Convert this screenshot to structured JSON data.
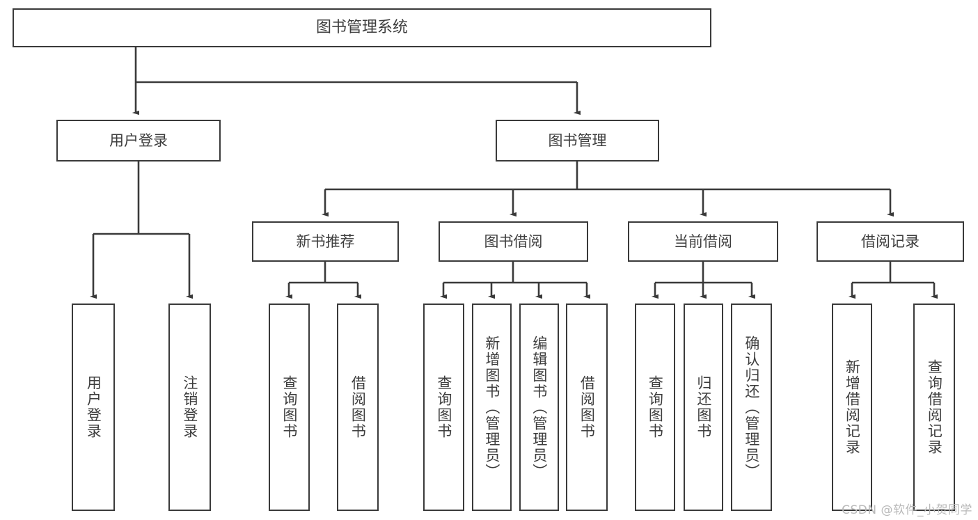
{
  "diagram": {
    "type": "tree",
    "title_text": "图书管理系统",
    "watermark": "CSDN @软件_小贺同学",
    "colors": {
      "box_border": "#3a3a3a",
      "box_fill": "#ffffff",
      "text": "#3d3d3d",
      "connector": "#3a3a3a",
      "watermark": "#b9b9b9"
    },
    "root": {
      "label": "图书管理系统"
    },
    "level2": [
      {
        "label": "用户登录"
      },
      {
        "label": "图书管理"
      }
    ],
    "level3": [
      {
        "label": "新书推荐"
      },
      {
        "label": "图书借阅"
      },
      {
        "label": "当前借阅"
      },
      {
        "label": "借阅记录"
      }
    ],
    "leaves": {
      "user_login": [
        {
          "label": "用户登录"
        },
        {
          "label": "注销登录"
        }
      ],
      "new_book_recommend": [
        {
          "label": "查询图书"
        },
        {
          "label": "借阅图书"
        }
      ],
      "book_borrow": [
        {
          "label": "查询图书"
        },
        {
          "label": "新增图书（管理员）"
        },
        {
          "label": "编辑图书（管理员）"
        },
        {
          "label": "借阅图书"
        }
      ],
      "current_borrow": [
        {
          "label": "查询图书"
        },
        {
          "label": "归还图书"
        },
        {
          "label": "确认归还（管理员）"
        }
      ],
      "borrow_record": [
        {
          "label": "新增借阅记录"
        },
        {
          "label": "查询借阅记录"
        }
      ]
    }
  }
}
